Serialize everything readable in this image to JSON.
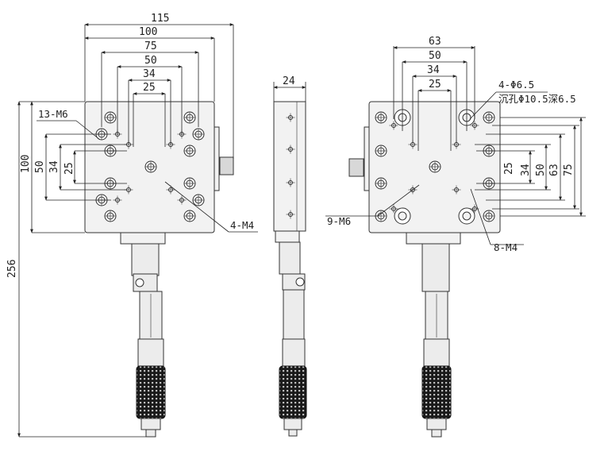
{
  "front_view": {
    "width_dims": [
      "115",
      "100",
      "75",
      "50",
      "34",
      "25"
    ],
    "height_dims": [
      "100",
      "50",
      "34",
      "25"
    ],
    "overall_height": "256",
    "labels": {
      "tap_holes_m6": "13-M6",
      "tap_holes_m4": "4-M4"
    }
  },
  "side_view": {
    "thickness_dim": "24"
  },
  "back_view": {
    "width_dims": [
      "63",
      "50",
      "34",
      "25"
    ],
    "height_dims": [
      "25",
      "34",
      "50",
      "63",
      "75"
    ],
    "labels": {
      "through_holes": "4-Φ6.5",
      "counterbore": "沉孔Φ10.5深6.5",
      "tap_holes_m6": "9-M6",
      "tap_holes_m4": "8-M4"
    }
  },
  "colors": {
    "line": "#222222",
    "fill": "#f2f2f2",
    "knurl": "#1a1a1a"
  }
}
